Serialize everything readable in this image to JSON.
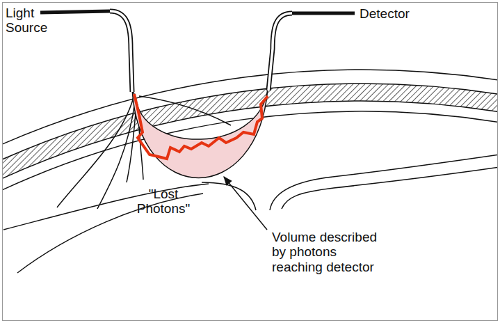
{
  "diagram": {
    "labels": [
      "Light Source",
      "Detector",
      "\"Lost Photons\"",
      "Volume described by photons reaching detector"
    ]
  }
}
